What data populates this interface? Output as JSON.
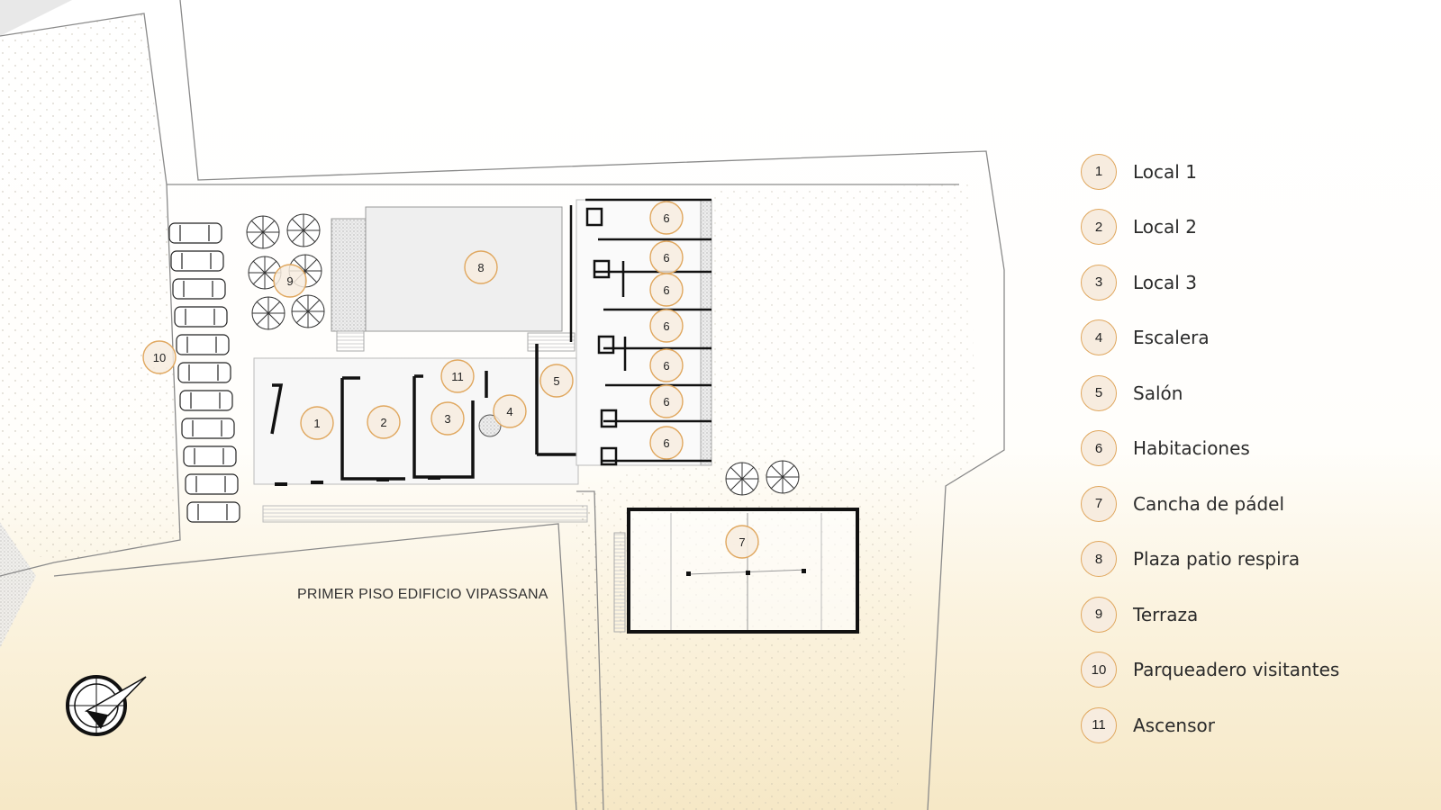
{
  "plan_title": "PRIMER PISO EDIFICIO VIPASSANA",
  "colors": {
    "badge_border": "#e0a75e",
    "badge_fill": "#f7ecdf",
    "wall": "#111111",
    "sand": "#f6e8c6"
  },
  "legend": [
    {
      "number": "1",
      "label": "Local 1"
    },
    {
      "number": "2",
      "label": "Local 2"
    },
    {
      "number": "3",
      "label": "Local 3"
    },
    {
      "number": "4",
      "label": "Escalera"
    },
    {
      "number": "5",
      "label": "Salón"
    },
    {
      "number": "6",
      "label": "Habitaciones"
    },
    {
      "number": "7",
      "label": "Cancha de pádel"
    },
    {
      "number": "8",
      "label": "Plaza patio respira"
    },
    {
      "number": "9",
      "label": "Terraza"
    },
    {
      "number": "10",
      "label": "Parqueadero visitantes"
    },
    {
      "number": "11",
      "label": "Ascensor"
    }
  ],
  "plan_markers": [
    "1",
    "2",
    "3",
    "4",
    "5",
    "6",
    "6",
    "6",
    "6",
    "6",
    "6",
    "6",
    "7",
    "8",
    "9",
    "10",
    "11"
  ],
  "compass_icon": "compass-north-arrow-icon"
}
